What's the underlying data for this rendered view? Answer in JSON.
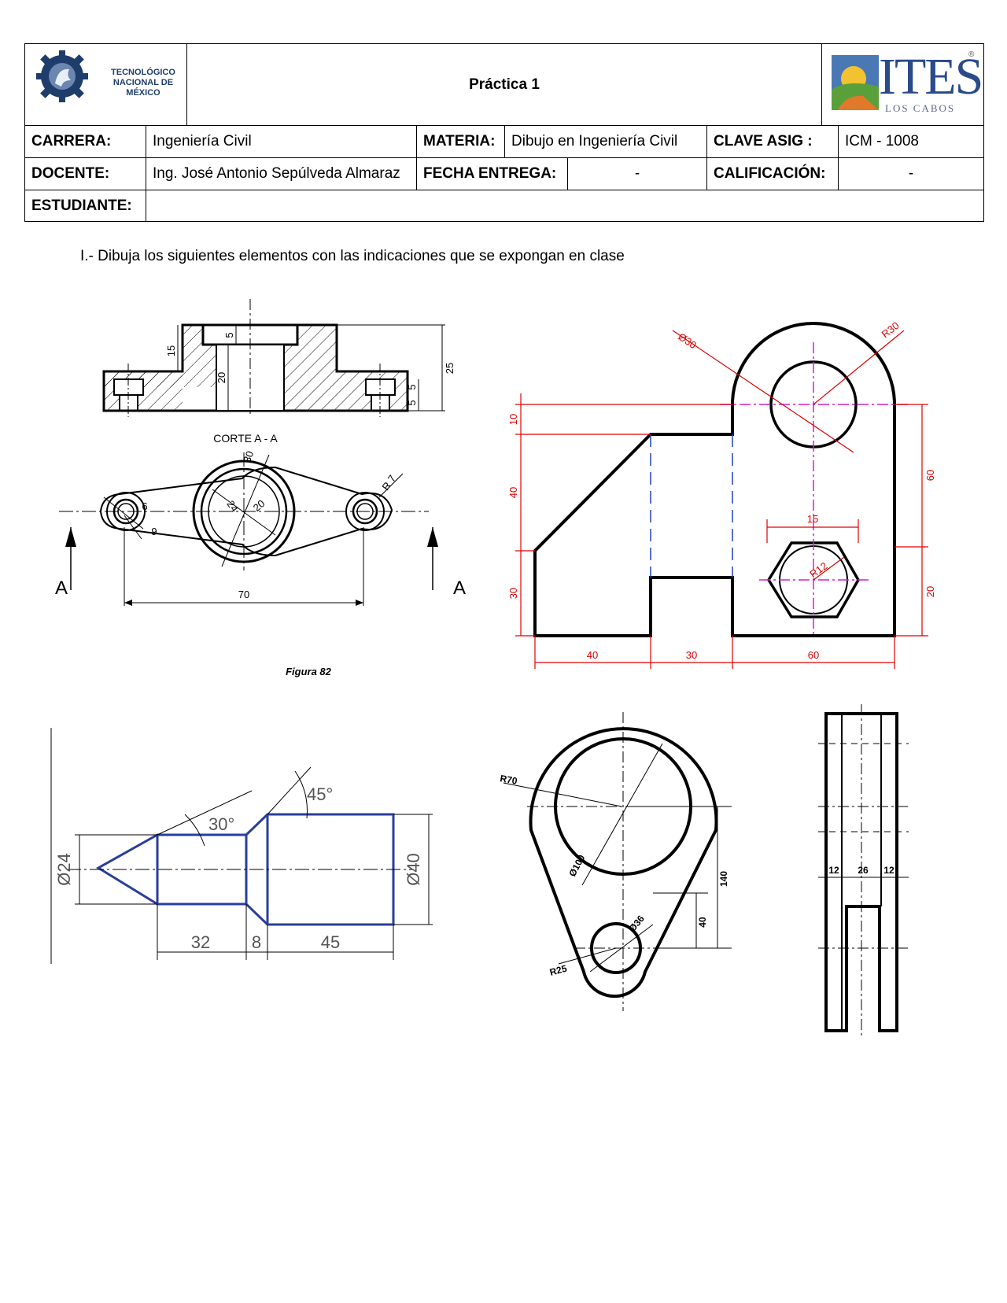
{
  "header": {
    "logo_left_text": "TECNOLÓGICO NACIONAL DE MÉXICO",
    "title": "Práctica 1",
    "logo_right_text": "ITES",
    "logo_right_sub": "LOS CABOS",
    "logo_right_reg": "®",
    "carrera_label": "CARRERA:",
    "carrera_value": "Ingeniería Civil",
    "materia_label": "MATERIA:",
    "materia_value": "Dibujo en Ingeniería Civil",
    "clave_label": "CLAVE ASIG :",
    "clave_value": "ICM - 1008",
    "docente_label": "DOCENTE:",
    "docente_value": "Ing. José Antonio Sepúlveda Almaraz",
    "fecha_label": "FECHA ENTREGA:",
    "fecha_value": "-",
    "calif_label": "CALIFICACIÓN:",
    "calif_value": "-",
    "estudiante_label": "ESTUDIANTE:",
    "estudiante_value": ""
  },
  "instruction": "I.- Dibuja los siguientes elementos con las indicaciones que se expongan en clase",
  "figure1": {
    "section_label": "CORTE A - A",
    "caption": "Figura 82",
    "section_letter": "A",
    "dims": [
      "15",
      "5",
      "20",
      "25",
      "5",
      "5",
      "30",
      "24",
      "20",
      "6",
      "9",
      "R 7",
      "70"
    ]
  },
  "figure2": {
    "dims": [
      "Ø30",
      "R30",
      "10",
      "40",
      "30",
      "60",
      "20",
      "15",
      "R12",
      "40",
      "30",
      "60"
    ]
  },
  "figure3": {
    "dims": [
      "30°",
      "45°",
      "Ø24",
      "Ø40",
      "32",
      "8",
      "45"
    ]
  },
  "figure4": {
    "dims": [
      "R70",
      "Ø100",
      "Ø36",
      "R25",
      "140",
      "40",
      "12",
      "26",
      "12"
    ]
  }
}
